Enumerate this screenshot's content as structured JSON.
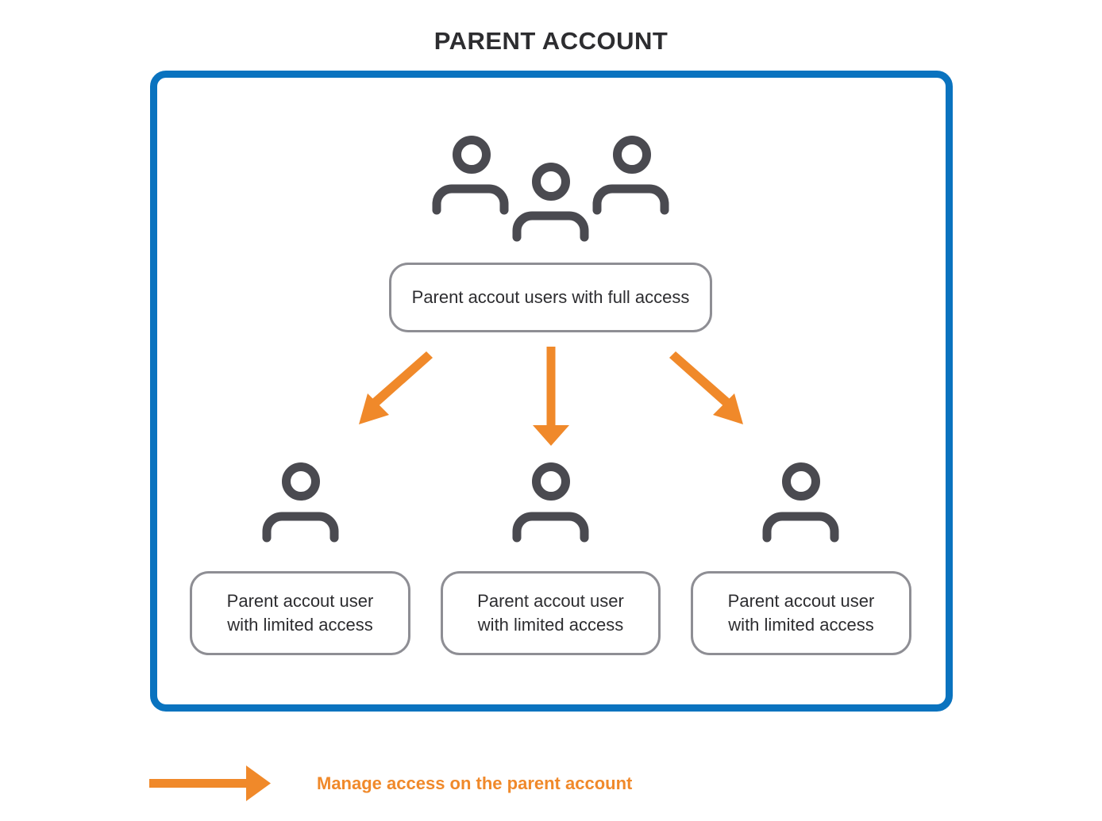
{
  "title": "PARENT ACCOUNT",
  "full_access_box": {
    "label": "Parent accout users with full access"
  },
  "limited_boxes": [
    {
      "label": "Parent accout user\nwith limited access"
    },
    {
      "label": "Parent accout user\nwith limited access"
    },
    {
      "label": "Parent accout user\nwith limited access"
    }
  ],
  "legend": {
    "label": "Manage access on the parent account"
  },
  "colors": {
    "frame": "#0a73bf",
    "arrow": "#f0892a",
    "icon": "#4a4a50",
    "box_border": "#8e8e94"
  },
  "icons": [
    "user-group-icon",
    "user-icon",
    "arrow-icon"
  ]
}
